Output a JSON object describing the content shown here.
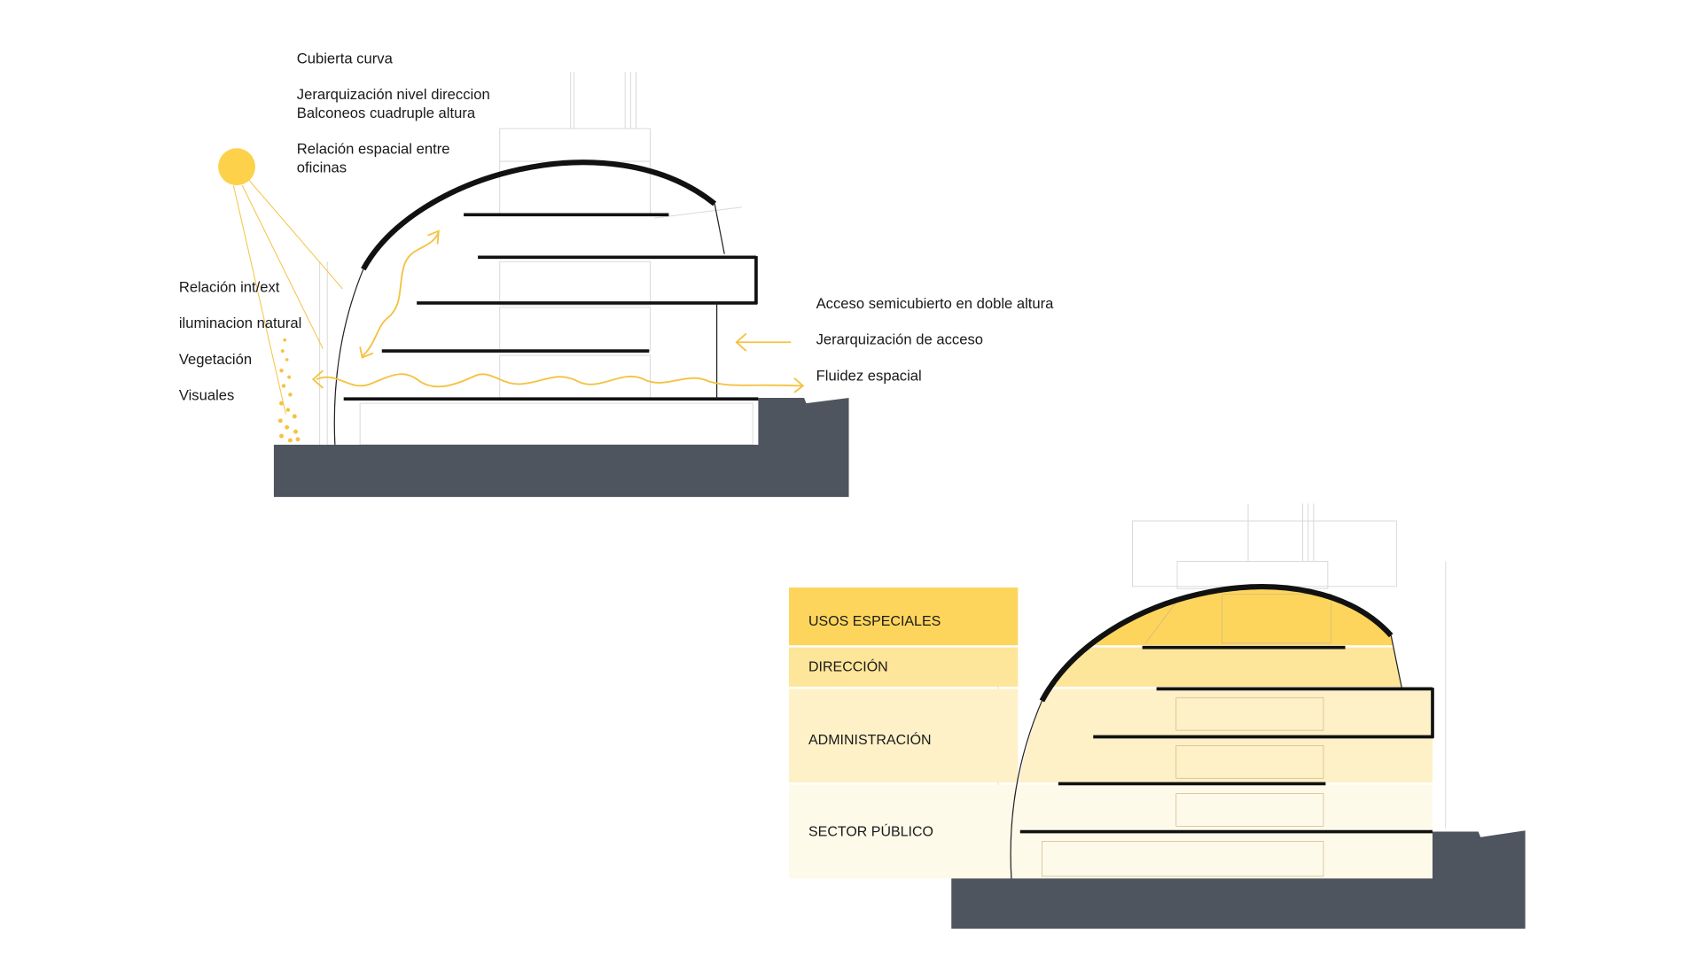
{
  "colors": {
    "ground": "#4f555e",
    "sun": "#fdd14a",
    "arrow": "#f5c242",
    "usos": "#fdd55c",
    "direccion": "#fde59a",
    "administracion": "#fef1c8",
    "sector": "#fefaea"
  },
  "concept_section": {
    "top_notes": [
      "Cubierta curva",
      "Jerarquización nivel direccion",
      "Balconeos cuadruple altura",
      "Relación espacial entre",
      "oficinas"
    ],
    "left_notes": [
      "Relación int/ext",
      "iluminacion natural",
      "Vegetación",
      "Visuales"
    ],
    "right_notes": [
      "Acceso semicubierto en doble altura",
      "Jerarquización de acceso",
      "Fluidez espacial"
    ]
  },
  "zoning_section": {
    "zones": [
      "USOS ESPECIALES",
      "DIRECCIÓN",
      "ADMINISTRACIÓN",
      "SECTOR PÚBLICO"
    ]
  }
}
